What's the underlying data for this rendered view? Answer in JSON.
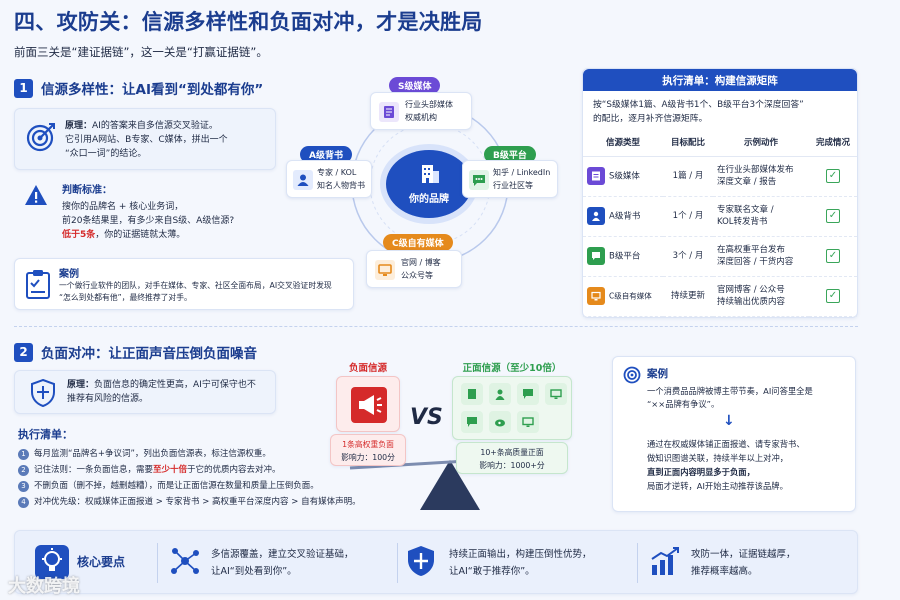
{
  "header": {
    "title": "四、攻防关：信源多样性和负面对冲，才是决胜局",
    "subtitle": "前面三关是“建证据链”，这一关是“打赢证据链”。"
  },
  "section1": {
    "num": "1",
    "title": "信源多样性：让AI看到“到处都有你”",
    "principle": {
      "label": "原理：",
      "text1": "AI的答案来自多信源交叉验证。",
      "text2": "它引用A网站、B专家、C媒体，拼出一个",
      "text3": "“众口一词”的结论。"
    },
    "criteria": {
      "label": "判断标准：",
      "line1": "搜你的品牌名 + 核心业务词，",
      "line2": "前20条结果里，有多少来自S级、A级信源?",
      "line3_red": "低于5条",
      "line3_rest": "，你的证据链就太薄。"
    },
    "case": {
      "label": "案例",
      "line1": "一个做行业软件的团队，对手在媒体、专家、社区全面布局，AI交叉验证时发现",
      "line2": "“怎么到处都有他”，最终推荐了对手。"
    },
    "hub": {
      "center": "你的品牌",
      "s": {
        "pill": "S级媒体",
        "line1": "行业头部媒体",
        "line2": "权威机构"
      },
      "a": {
        "pill": "A级背书",
        "line1": "专家 / KOL",
        "line2": "知名人物背书"
      },
      "b": {
        "pill": "B级平台",
        "line1": "知乎 / LinkedIn",
        "line2": "行业社区等"
      },
      "c": {
        "pill": "C级自有媒体",
        "line1": "官网 / 博客",
        "line2": "公众号等"
      }
    }
  },
  "checklist": {
    "title": "执行清单：构建信源矩阵",
    "desc1": "按“S级媒体1篇、A级背书1个、B级平台3个深度回答”",
    "desc2": "的配比，逐月补齐信源矩阵。",
    "headers": [
      "信源类型",
      "目标配比",
      "示例动作",
      "完成情况"
    ],
    "rows": [
      {
        "type": "S级媒体",
        "ratio": "1篇 / 月",
        "a1": "在行业头部媒体发布",
        "a2": "深度文章 / 报告"
      },
      {
        "type": "A级背书",
        "ratio": "1个 / 月",
        "a1": "专家联名文章 /",
        "a2": "KOL转发背书"
      },
      {
        "type": "B级平台",
        "ratio": "3个 / 月",
        "a1": "在高权重平台发布",
        "a2": "深度回答 / 干货内容"
      },
      {
        "type": "C级自有媒体",
        "ratio": "持续更新",
        "a1": "官网博客 / 公众号",
        "a2": "持续输出优质内容"
      }
    ],
    "check": "✓"
  },
  "section2": {
    "num": "2",
    "title": "负面对冲：让正面声音压倒负面噪音",
    "principle": {
      "label": "原理：",
      "text1": "负面信息的确定性更高，AI宁可保守也不",
      "text2": "推荐有风险的信源。"
    },
    "steps_title": "执行清单：",
    "steps": [
      {
        "n": "1",
        "pre": "每月监测“品牌名+争议词”，列出负面信源表，标注信源权重。",
        "red": "",
        "post": ""
      },
      {
        "n": "2",
        "pre": "记住法则：一条负面信息，需要",
        "red": "至少十倍",
        "post": "于它的优质内容去对冲。"
      },
      {
        "n": "3",
        "pre": "不删负面（删不掉，越删越糟），而是让正面信源在数量和质量上压倒负面。",
        "red": "",
        "post": ""
      },
      {
        "n": "4",
        "pre": "对冲优先级：权威媒体正面报道 > 专家背书 > 高权重平台深度内容 > 自有媒体声明。",
        "red": "",
        "post": ""
      }
    ],
    "scale": {
      "neg_title": "负面信源",
      "neg_line1": "1条高权重负面",
      "neg_line2": "影响力：100分",
      "vs": "VS",
      "pos_title": "正面信源（至少10倍）",
      "pos_line1": "10+条高质量正面",
      "pos_line2": "影响力：1000+分"
    },
    "case": {
      "label": "案例",
      "line1": "一个消费品品牌被博主带节奏，AI问答里全是",
      "line2": "“××品牌有争议”。",
      "arrow": "↓",
      "line3": "通过在权威媒体铺正面报道、请专家背书、",
      "line4": "做知识图谱关联，持续半年以上对冲，",
      "line5": "直到正面内容明显多于负面，",
      "line6": "局面才逆转，AI开始主动推荐该品牌。"
    }
  },
  "footer": {
    "label": "核心要点",
    "p1a": "多信源覆盖，建立交叉验证基础，",
    "p1b": "让AI“到处看到你”。",
    "p2a": "持续正面输出，构建压倒性优势，",
    "p2b": "让AI“敢于推荐你”。",
    "p3a": "攻防一体，证据链越厚，",
    "p3b": "推荐概率越高。"
  },
  "watermark": "大数跨境",
  "colors": {
    "primary": "#1f4fbf",
    "title": "#1b3d8f",
    "danger": "#d52a2a",
    "success": "#3aa55a"
  }
}
